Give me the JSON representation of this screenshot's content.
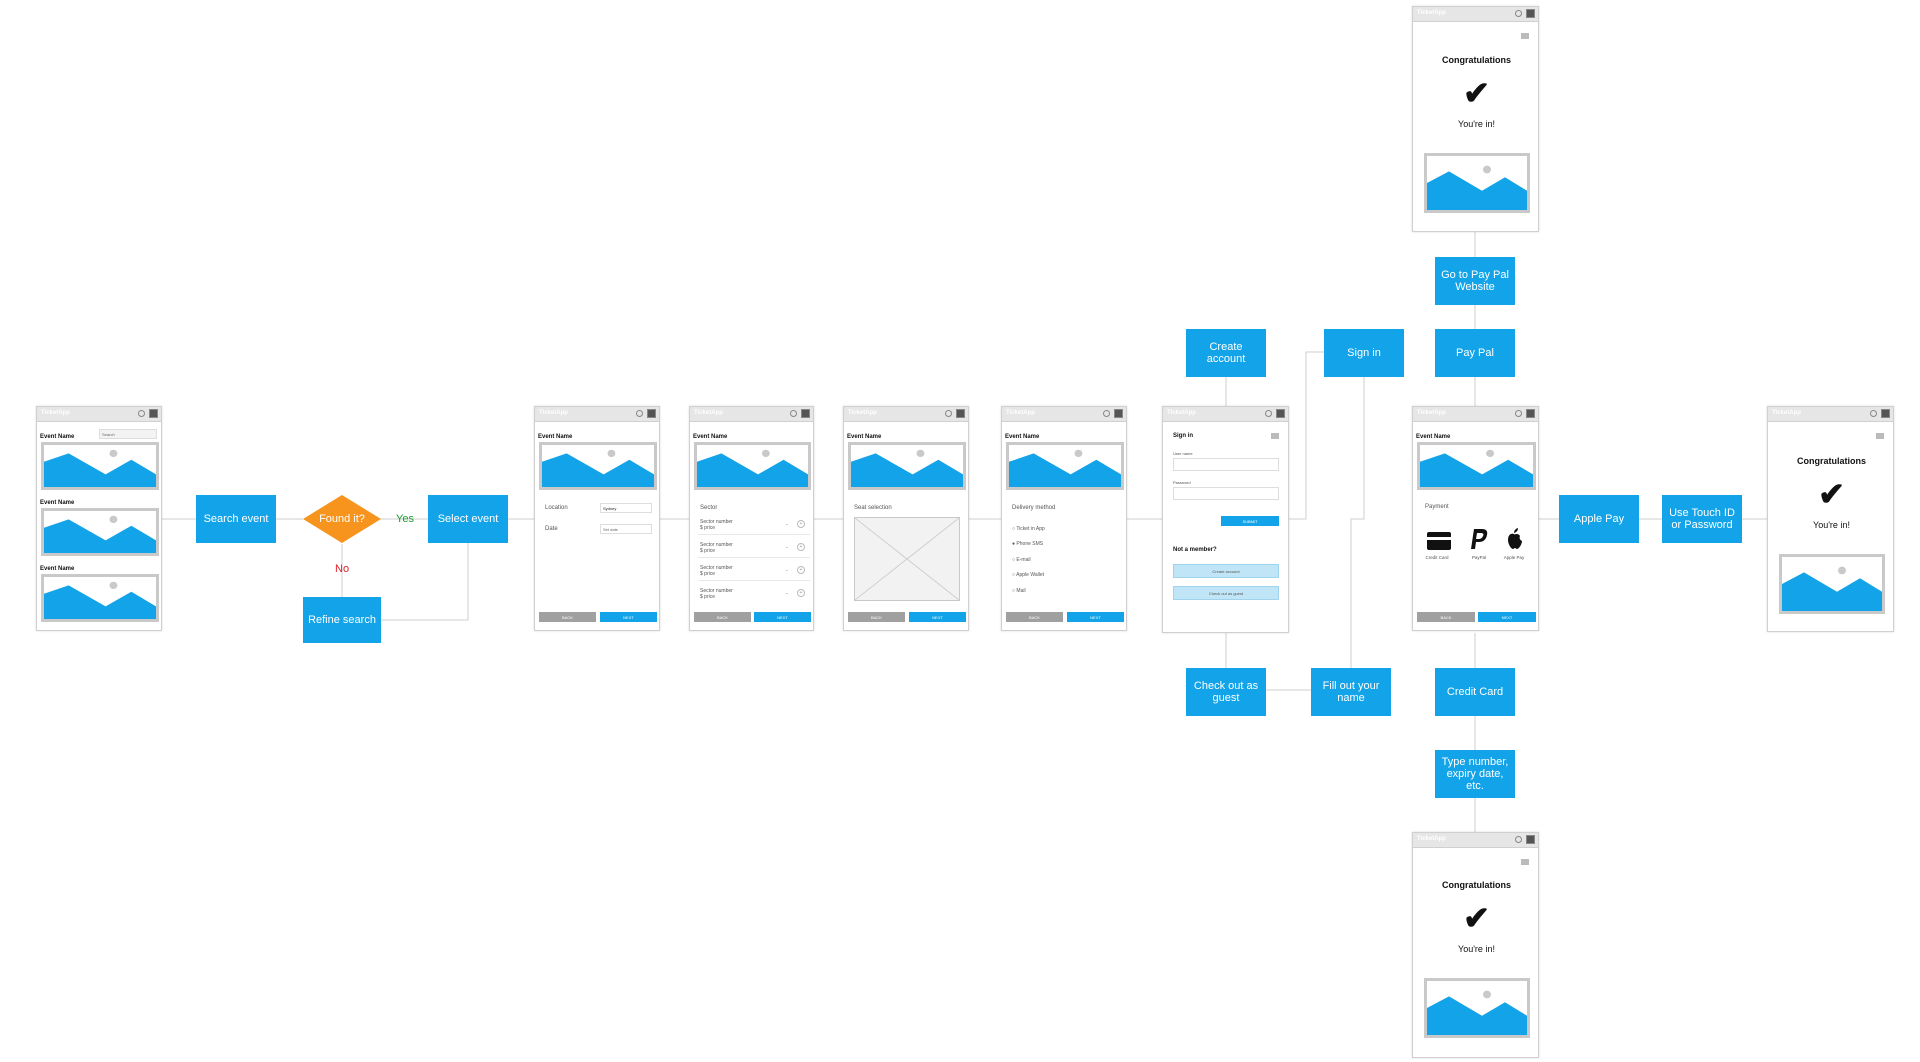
{
  "app_name": "TicketApp",
  "common": {
    "event_name": "Event Name",
    "back": "BACK",
    "next": "NEXT",
    "search_placeholder": "Search",
    "congratulations": "Congratulations",
    "youre_in": "You're in!"
  },
  "flow_boxes": {
    "search_event": "Search event",
    "found_it": "Found it?",
    "yes": "Yes",
    "no": "No",
    "select_event": "Select event",
    "refine_search": "Refine search",
    "create_account": "Create account",
    "sign_in": "Sign in",
    "pay_pal": "Pay Pal",
    "go_to_paypal": "Go to Pay Pal\nWebsite",
    "check_out_guest": "Check out as\nguest",
    "fill_out_name": "Fill out your\nname",
    "credit_card": "Credit Card",
    "type_number": "Type number,\nexpiry date, etc.",
    "apple_pay": "Apple Pay",
    "touch_id": "Use Touch ID\nor Password"
  },
  "screen_location": {
    "location_label": "Location",
    "location_value": "Sydney",
    "date_label": "Date",
    "date_placeholder": "Set date"
  },
  "screen_sector": {
    "title": "Sector",
    "rows": [
      {
        "name": "Sector number",
        "price": "$ price"
      },
      {
        "name": "Sector number",
        "price": "$ price"
      },
      {
        "name": "Sector number",
        "price": "$ price"
      },
      {
        "name": "Sector number",
        "price": "$ price"
      }
    ]
  },
  "screen_seat": {
    "title": "Seat selection"
  },
  "screen_delivery": {
    "title": "Delivery method",
    "options": [
      "Ticket in App",
      "Phone SMS",
      "E-mail",
      "Apple Wallet",
      "Mail"
    ]
  },
  "screen_signin": {
    "title": "Sign in",
    "user_name": "User name",
    "password": "Password",
    "submit": "SUBMIT",
    "not_member": "Not a member?",
    "create_account": "Create account",
    "check_out_guest": "Check out as guest"
  },
  "screen_payment": {
    "title": "Payment",
    "methods": [
      "Credit Card",
      "PayPal",
      "Apple Pay"
    ]
  },
  "colors": {
    "box": "#12a3e8",
    "decision": "#f7941d",
    "yes": "#1a9a2a",
    "no": "#e0202a",
    "line": "#cfcfcf"
  }
}
